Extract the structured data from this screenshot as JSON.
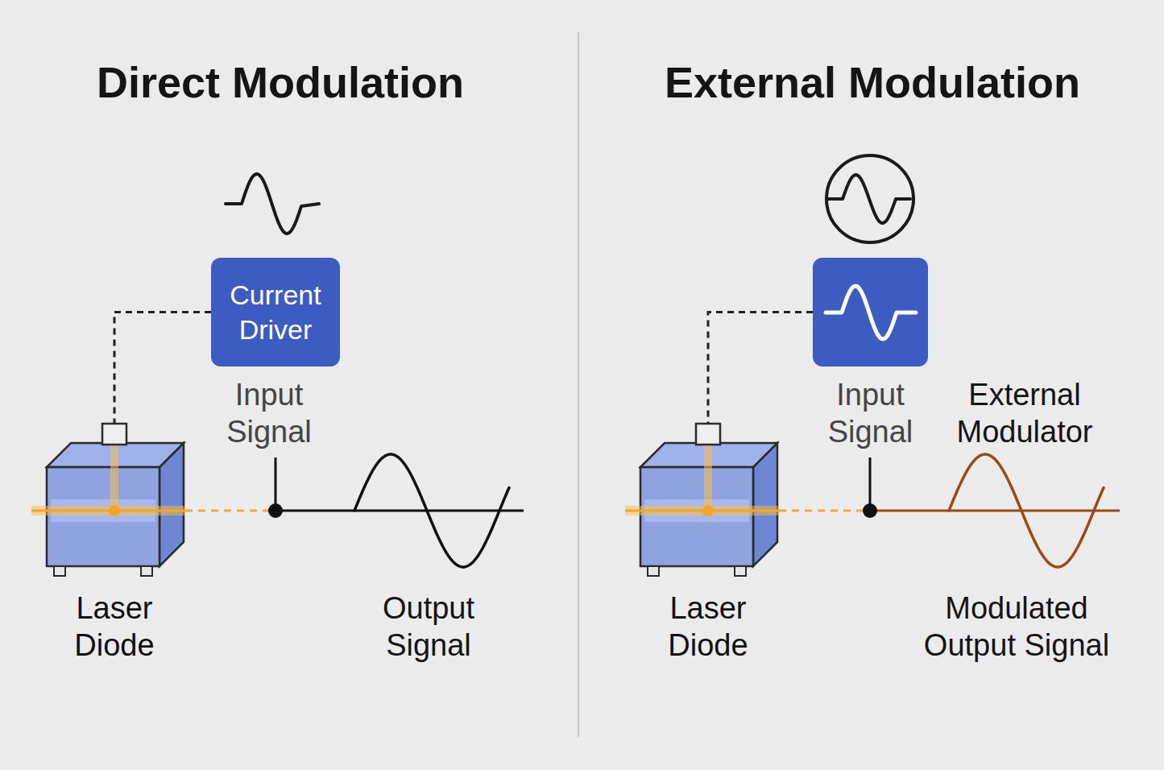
{
  "diagram": {
    "nodes": [
      {
        "text": [
          "Current Driver",
          "Input Signal"
        ]
      },
      {
        "text": [
          "Laser Diode"
        ]
      },
      {
        "text": [
          "Input Signal"
        ]
      },
      {
        "text": [
          "Laser Diode"
        ]
      }
    ],
    "edges": [
      {
        "from": 0,
        "to": 1,
        "arrow": "none"
      },
      {
        "from": 2,
        "to": 3,
        "arrow": "none"
      }
    ],
    "labels": [
      "Direct Modulation",
      "External Modulation",
      "Output Signal",
      "External Modulator",
      "Modulated Output Signal"
    ]
  }
}
